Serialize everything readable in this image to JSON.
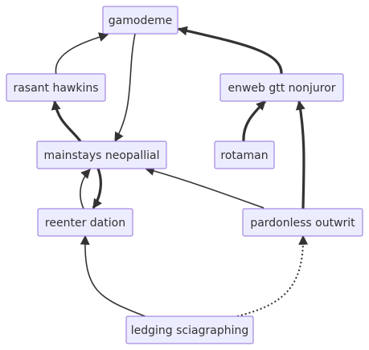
{
  "diagram": {
    "type": "flowchart",
    "nodes": [
      {
        "id": "gamodeme",
        "label": "gamodeme"
      },
      {
        "id": "rasant",
        "label": "rasant hawkins"
      },
      {
        "id": "enweb",
        "label": "enweb gtt nonjuror"
      },
      {
        "id": "mainstays",
        "label": "mainstays neopallial"
      },
      {
        "id": "rotaman",
        "label": "rotaman"
      },
      {
        "id": "reenter",
        "label": "reenter dation"
      },
      {
        "id": "pardonless",
        "label": "pardonless outwrit"
      },
      {
        "id": "ledging",
        "label": "ledging sciagraphing"
      }
    ],
    "edges": [
      {
        "from": "rasant",
        "to": "gamodeme",
        "style": "normal"
      },
      {
        "from": "enweb",
        "to": "gamodeme",
        "style": "thick"
      },
      {
        "from": "gamodeme",
        "to": "mainstays",
        "style": "normal"
      },
      {
        "from": "mainstays",
        "to": "rasant",
        "style": "thick"
      },
      {
        "from": "rotaman",
        "to": "enweb",
        "style": "thick"
      },
      {
        "from": "pardonless",
        "to": "enweb",
        "style": "thick"
      },
      {
        "from": "mainstays",
        "to": "reenter",
        "style": "thick"
      },
      {
        "from": "reenter",
        "to": "mainstays",
        "style": "normal"
      },
      {
        "from": "pardonless",
        "to": "mainstays",
        "style": "normal"
      },
      {
        "from": "ledging",
        "to": "reenter",
        "style": "normal"
      },
      {
        "from": "ledging",
        "to": "pardonless",
        "style": "dotted"
      }
    ]
  }
}
